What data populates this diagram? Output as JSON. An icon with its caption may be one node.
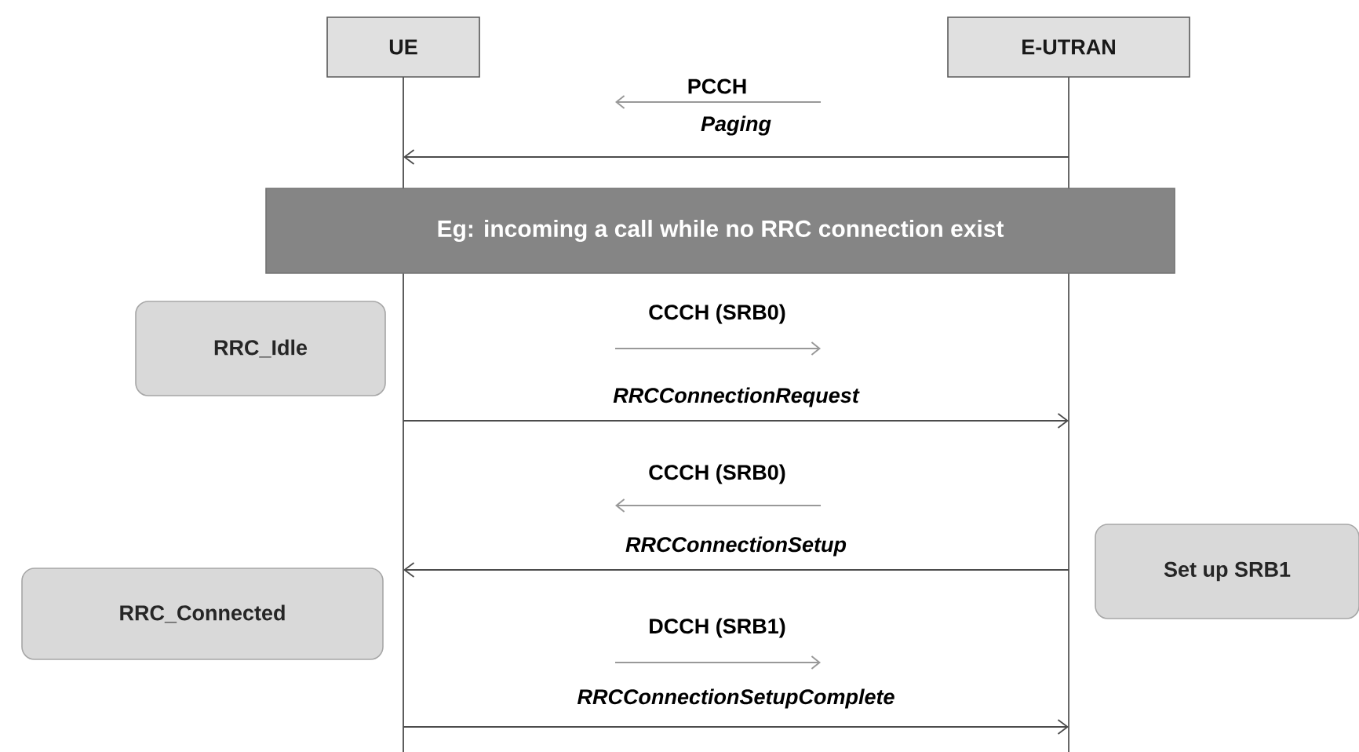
{
  "diagram": {
    "nodes": [
      {
        "text": [
          "UE"
        ]
      },
      {
        "text": [
          "E-UTRAN"
        ]
      },
      {
        "text": [
          "Eg: incoming a call while no RRC connection exist"
        ]
      },
      {
        "text": [
          "RRC_Idle"
        ]
      },
      {
        "text": [
          "Set up SRB1"
        ]
      },
      {
        "text": [
          "RRC_Connected"
        ]
      }
    ],
    "edges": [
      {
        "from": 1,
        "to": 0,
        "arrow": "to",
        "label": "Paging"
      },
      {
        "from": 0,
        "to": 1,
        "arrow": "to",
        "label": "RRCConnectionRequest"
      },
      {
        "from": 1,
        "to": 0,
        "arrow": "to",
        "label": "RRCConnectionSetup"
      },
      {
        "from": 0,
        "to": 1,
        "arrow": "to",
        "label": "RRCConnectionSetupComplete"
      }
    ],
    "labels": [
      "PCCH",
      "CCCH (SRB0)",
      "CCCH (SRB0)",
      "DCCH (SRB1)"
    ]
  }
}
